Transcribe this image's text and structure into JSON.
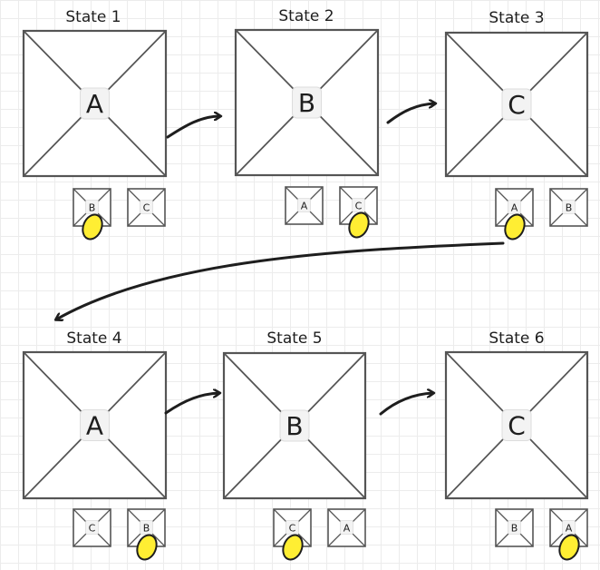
{
  "states": [
    {
      "title": "State 1",
      "main": "A",
      "thumbs": [
        "B",
        "C"
      ],
      "selected": 0
    },
    {
      "title": "State 2",
      "main": "B",
      "thumbs": [
        "A",
        "C"
      ],
      "selected": 1
    },
    {
      "title": "State 3",
      "main": "C",
      "thumbs": [
        "A",
        "B"
      ],
      "selected": 0
    },
    {
      "title": "State 4",
      "main": "A",
      "thumbs": [
        "C",
        "B"
      ],
      "selected": 1
    },
    {
      "title": "State 5",
      "main": "B",
      "thumbs": [
        "C",
        "A"
      ],
      "selected": 0
    },
    {
      "title": "State 6",
      "main": "C",
      "thumbs": [
        "B",
        "A"
      ],
      "selected": 1
    }
  ],
  "colors": {
    "stroke": "#555555",
    "ink": "#1e1e1e",
    "highlight": "#ffee33",
    "label_bg": "#f3f3f3"
  }
}
